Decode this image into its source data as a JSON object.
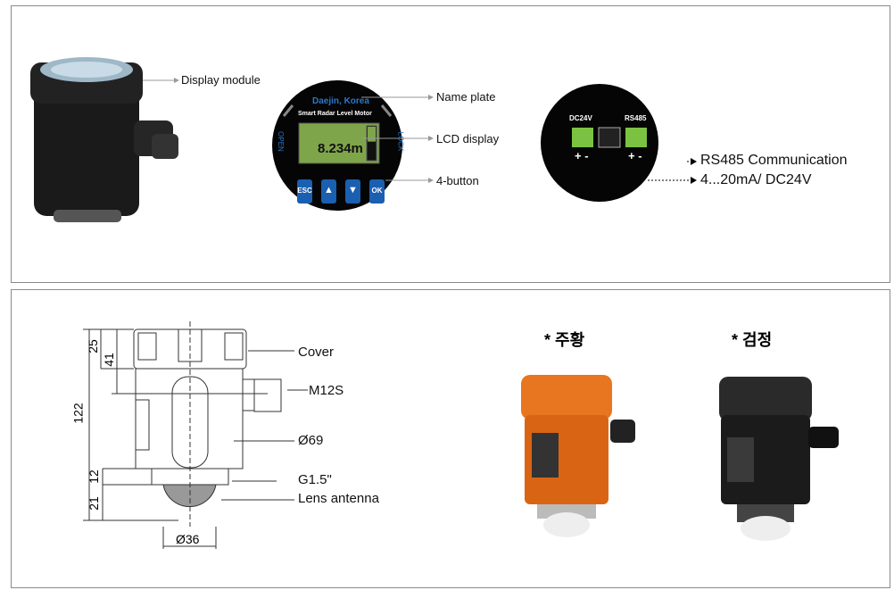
{
  "top_panel": {
    "display_module_label": "Display module",
    "name_plate_label": "Name plate",
    "lcd_display_label": "LCD display",
    "four_button_label": "4-button",
    "display": {
      "brand": "Daejin, Korea",
      "product": "Smart Radar Level Motor",
      "open": "OPEN",
      "lock": "LOCK",
      "reading": "8.234m",
      "level_fraction": 0.55,
      "buttons": [
        "ESC",
        "▲",
        "▼",
        "OK"
      ]
    },
    "wiring": {
      "dc_label": "DC24V",
      "rs_label": "RS485",
      "dc_polarity": "+ -",
      "rs_polarity": "+ -",
      "rs485_label": "RS485 Communication",
      "dc_label_out": "4...20mA/ DC24V"
    }
  },
  "bottom_panel": {
    "dimensions": {
      "total": "122",
      "cover": "25",
      "m12s_offset": "41",
      "thread": "12",
      "lens": "21",
      "lens_dia": "Ø36"
    },
    "callouts": {
      "cover": "Cover",
      "m12s": "M12S",
      "body": "Ø69",
      "thread": "G1.5\"",
      "lens": "Lens antenna"
    },
    "variants": [
      {
        "label": "*  주황",
        "color": "#e8751f"
      },
      {
        "label": "*  검정",
        "color": "#1e1e1e"
      }
    ]
  }
}
